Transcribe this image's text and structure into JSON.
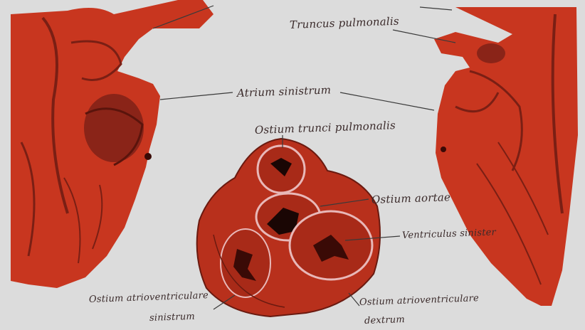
{
  "labels": {
    "truncus_pulmonalis": "Truncus pulmonalis",
    "atrium_sinistrum": "Atrium sinistrum",
    "ostium_trunci_pulmonalis": "Ostium trunci pulmonalis",
    "ostium_aortae": "Ostium aortae",
    "ventriculus_sinister": "Ventriculus sinister",
    "ostium_av_sinistrum_line1": "Ostium atrioventriculare",
    "ostium_av_sinistrum_line2": "sinistrum",
    "ostium_av_dextrum_line1": "Ostium atrioventriculare",
    "ostium_av_dextrum_line2": "dextrum"
  },
  "colors": {
    "background": "#dcdcdc",
    "heart_red": "#c8361f",
    "heart_dark": "#7a1f14",
    "ostium_ring": "#e8b8b8",
    "leader_line": "#3a3a3a"
  }
}
